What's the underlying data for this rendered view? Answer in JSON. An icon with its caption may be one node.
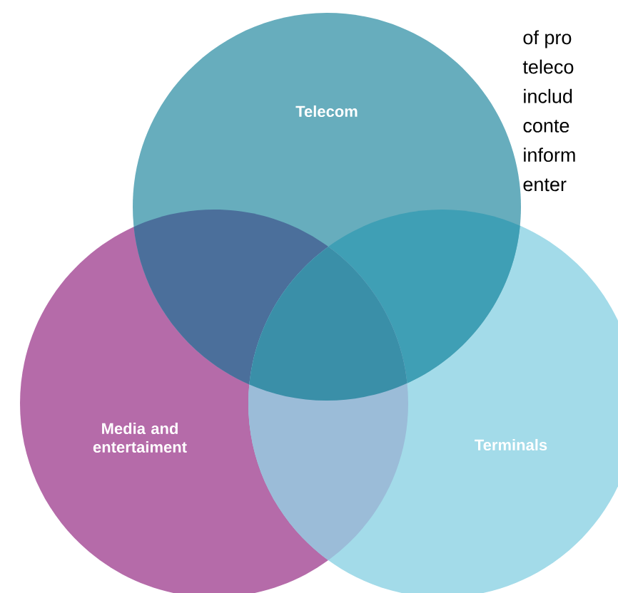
{
  "diagram": {
    "nodes": [
      {
        "text": [
          "Telecom"
        ]
      },
      {
        "text": [
          "Media and entertaiment"
        ]
      },
      {
        "text": [
          "Terminals"
        ]
      }
    ],
    "labels": [
      "of pro",
      "teleco",
      "includ",
      "conte",
      "inform",
      "enter"
    ]
  }
}
